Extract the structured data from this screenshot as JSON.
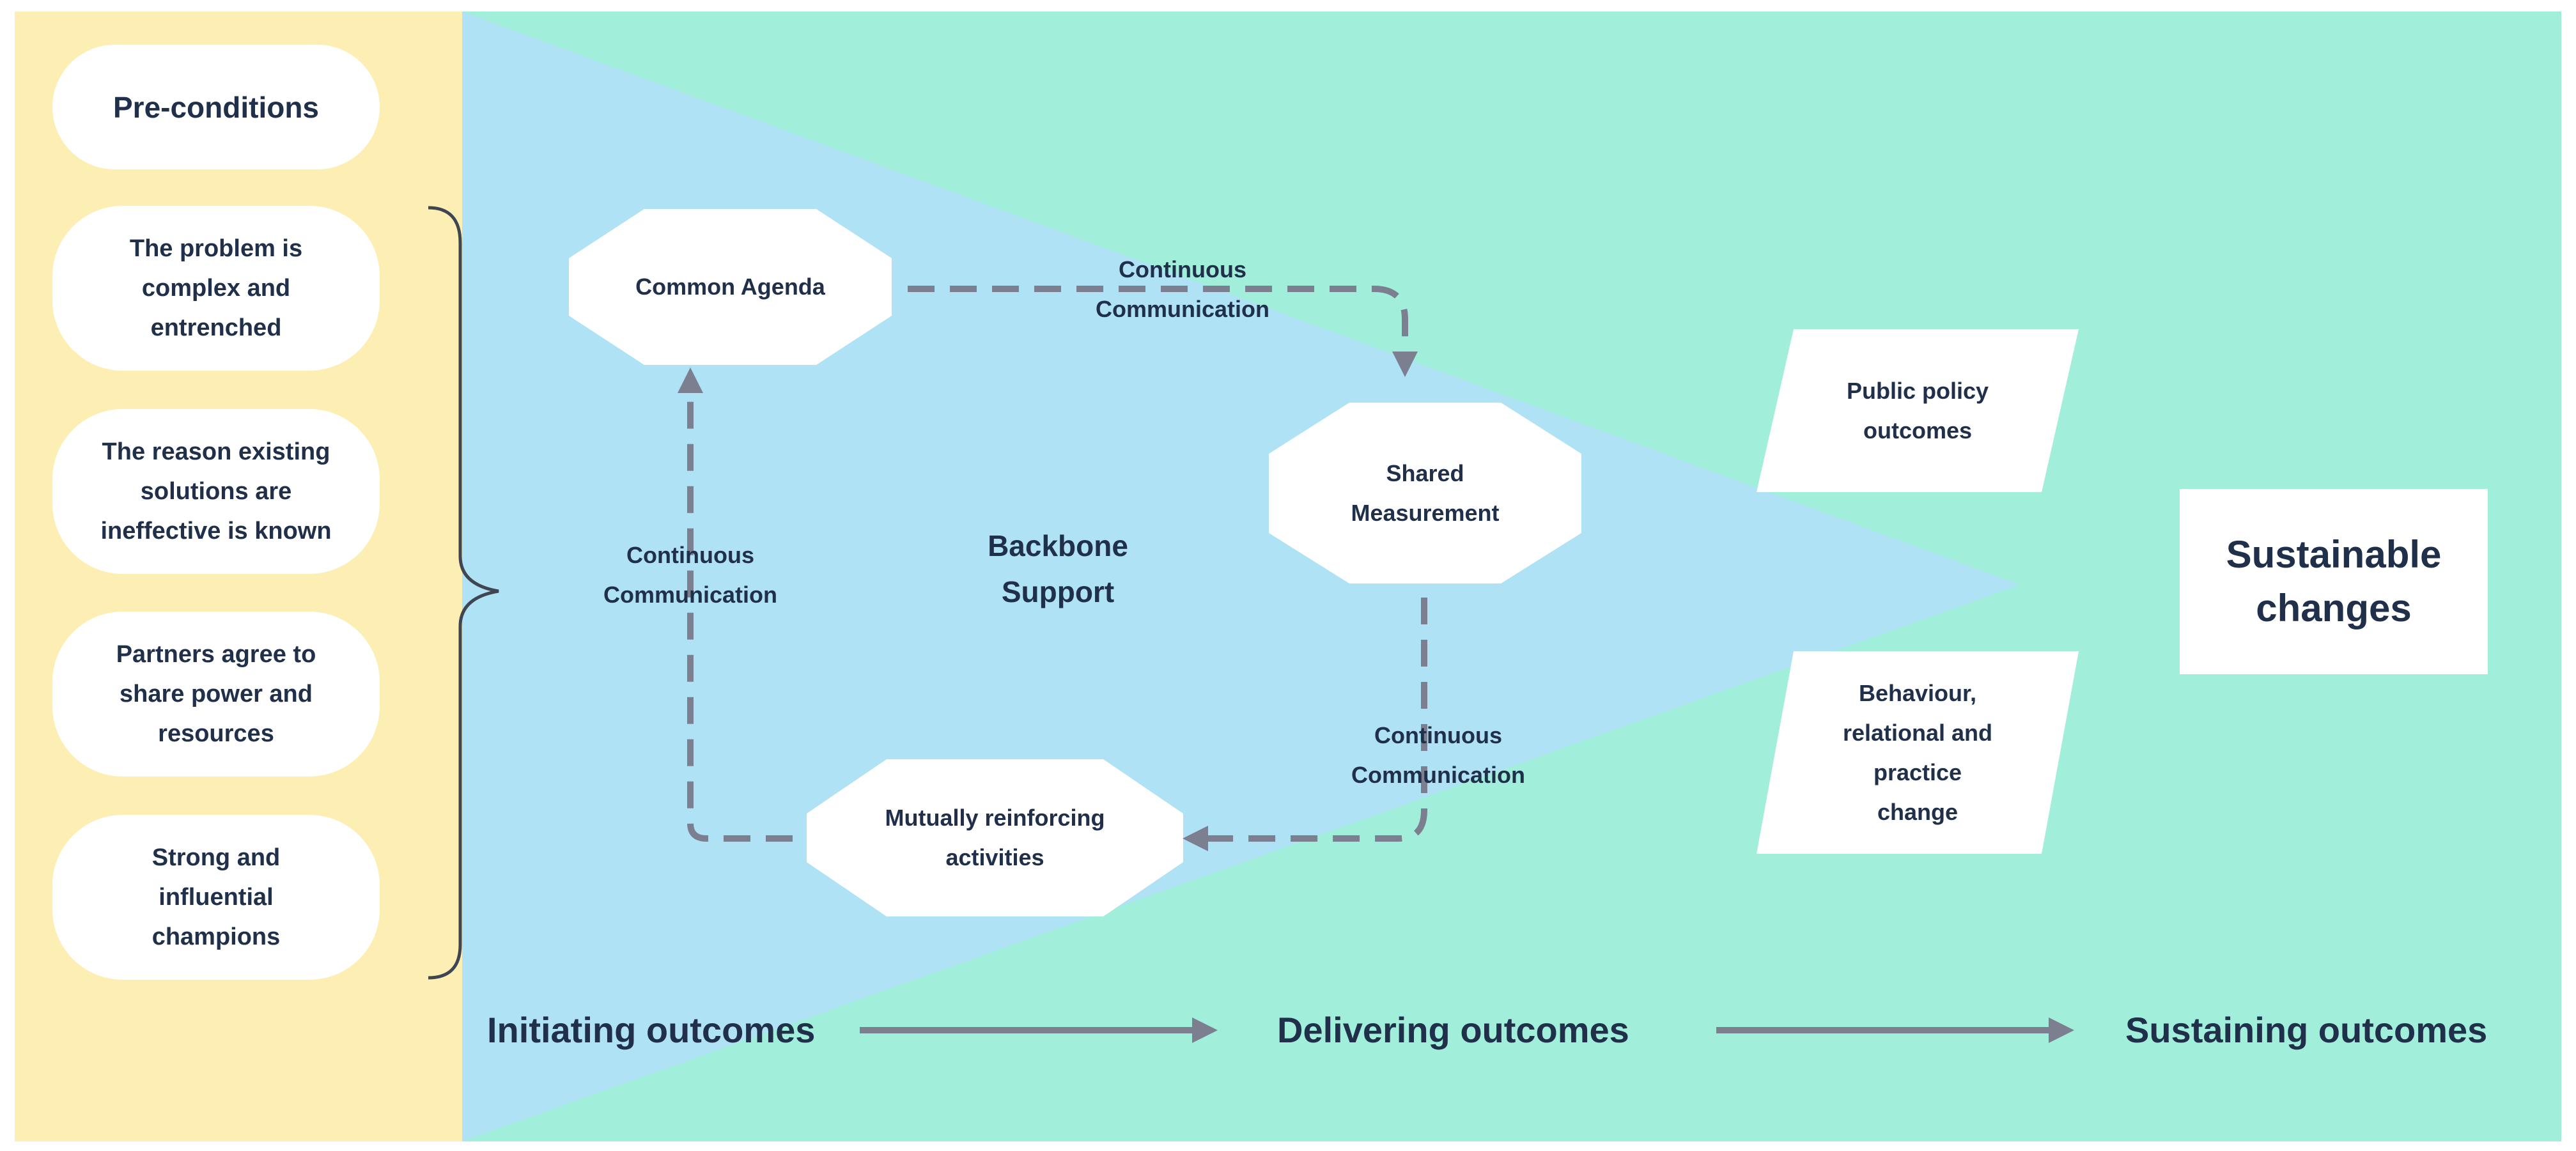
{
  "colors": {
    "preconditions_bg": "#fdefb3",
    "outcomes_bg": "#a1eedb",
    "triangle": "#b0e2f5",
    "text": "#20304a",
    "arrow": "#7b7f90",
    "shape_fill": "#ffffff"
  },
  "preconditions": {
    "header": "Pre-conditions",
    "items": [
      [
        "The problem is",
        "complex and",
        "entrenched"
      ],
      [
        "The reason existing",
        "solutions are",
        "ineffective is known"
      ],
      [
        "Partners agree to",
        "share power and",
        "resources"
      ],
      [
        "Strong and",
        "influential",
        "champions"
      ]
    ]
  },
  "cycle": {
    "common_agenda": "Common Agenda",
    "shared_measurement": [
      "Shared",
      "Measurement"
    ],
    "mutually_reinforcing": [
      "Mutually reinforcing",
      "activities"
    ],
    "backbone": [
      "Backbone",
      "Support"
    ],
    "communication_top": [
      "Continuous",
      "Communication"
    ],
    "communication_left": [
      "Continuous",
      "Communication"
    ],
    "communication_right": [
      "Continuous",
      "Communication"
    ]
  },
  "outcomes": {
    "public_policy": [
      "Public policy",
      "outcomes"
    ],
    "behaviour": [
      "Behaviour,",
      "relational and",
      "practice",
      "change"
    ],
    "sustainable": [
      "Sustainable",
      "changes"
    ]
  },
  "stages": {
    "initiating": "Initiating outcomes",
    "delivering": "Delivering outcomes",
    "sustaining": "Sustaining outcomes"
  }
}
